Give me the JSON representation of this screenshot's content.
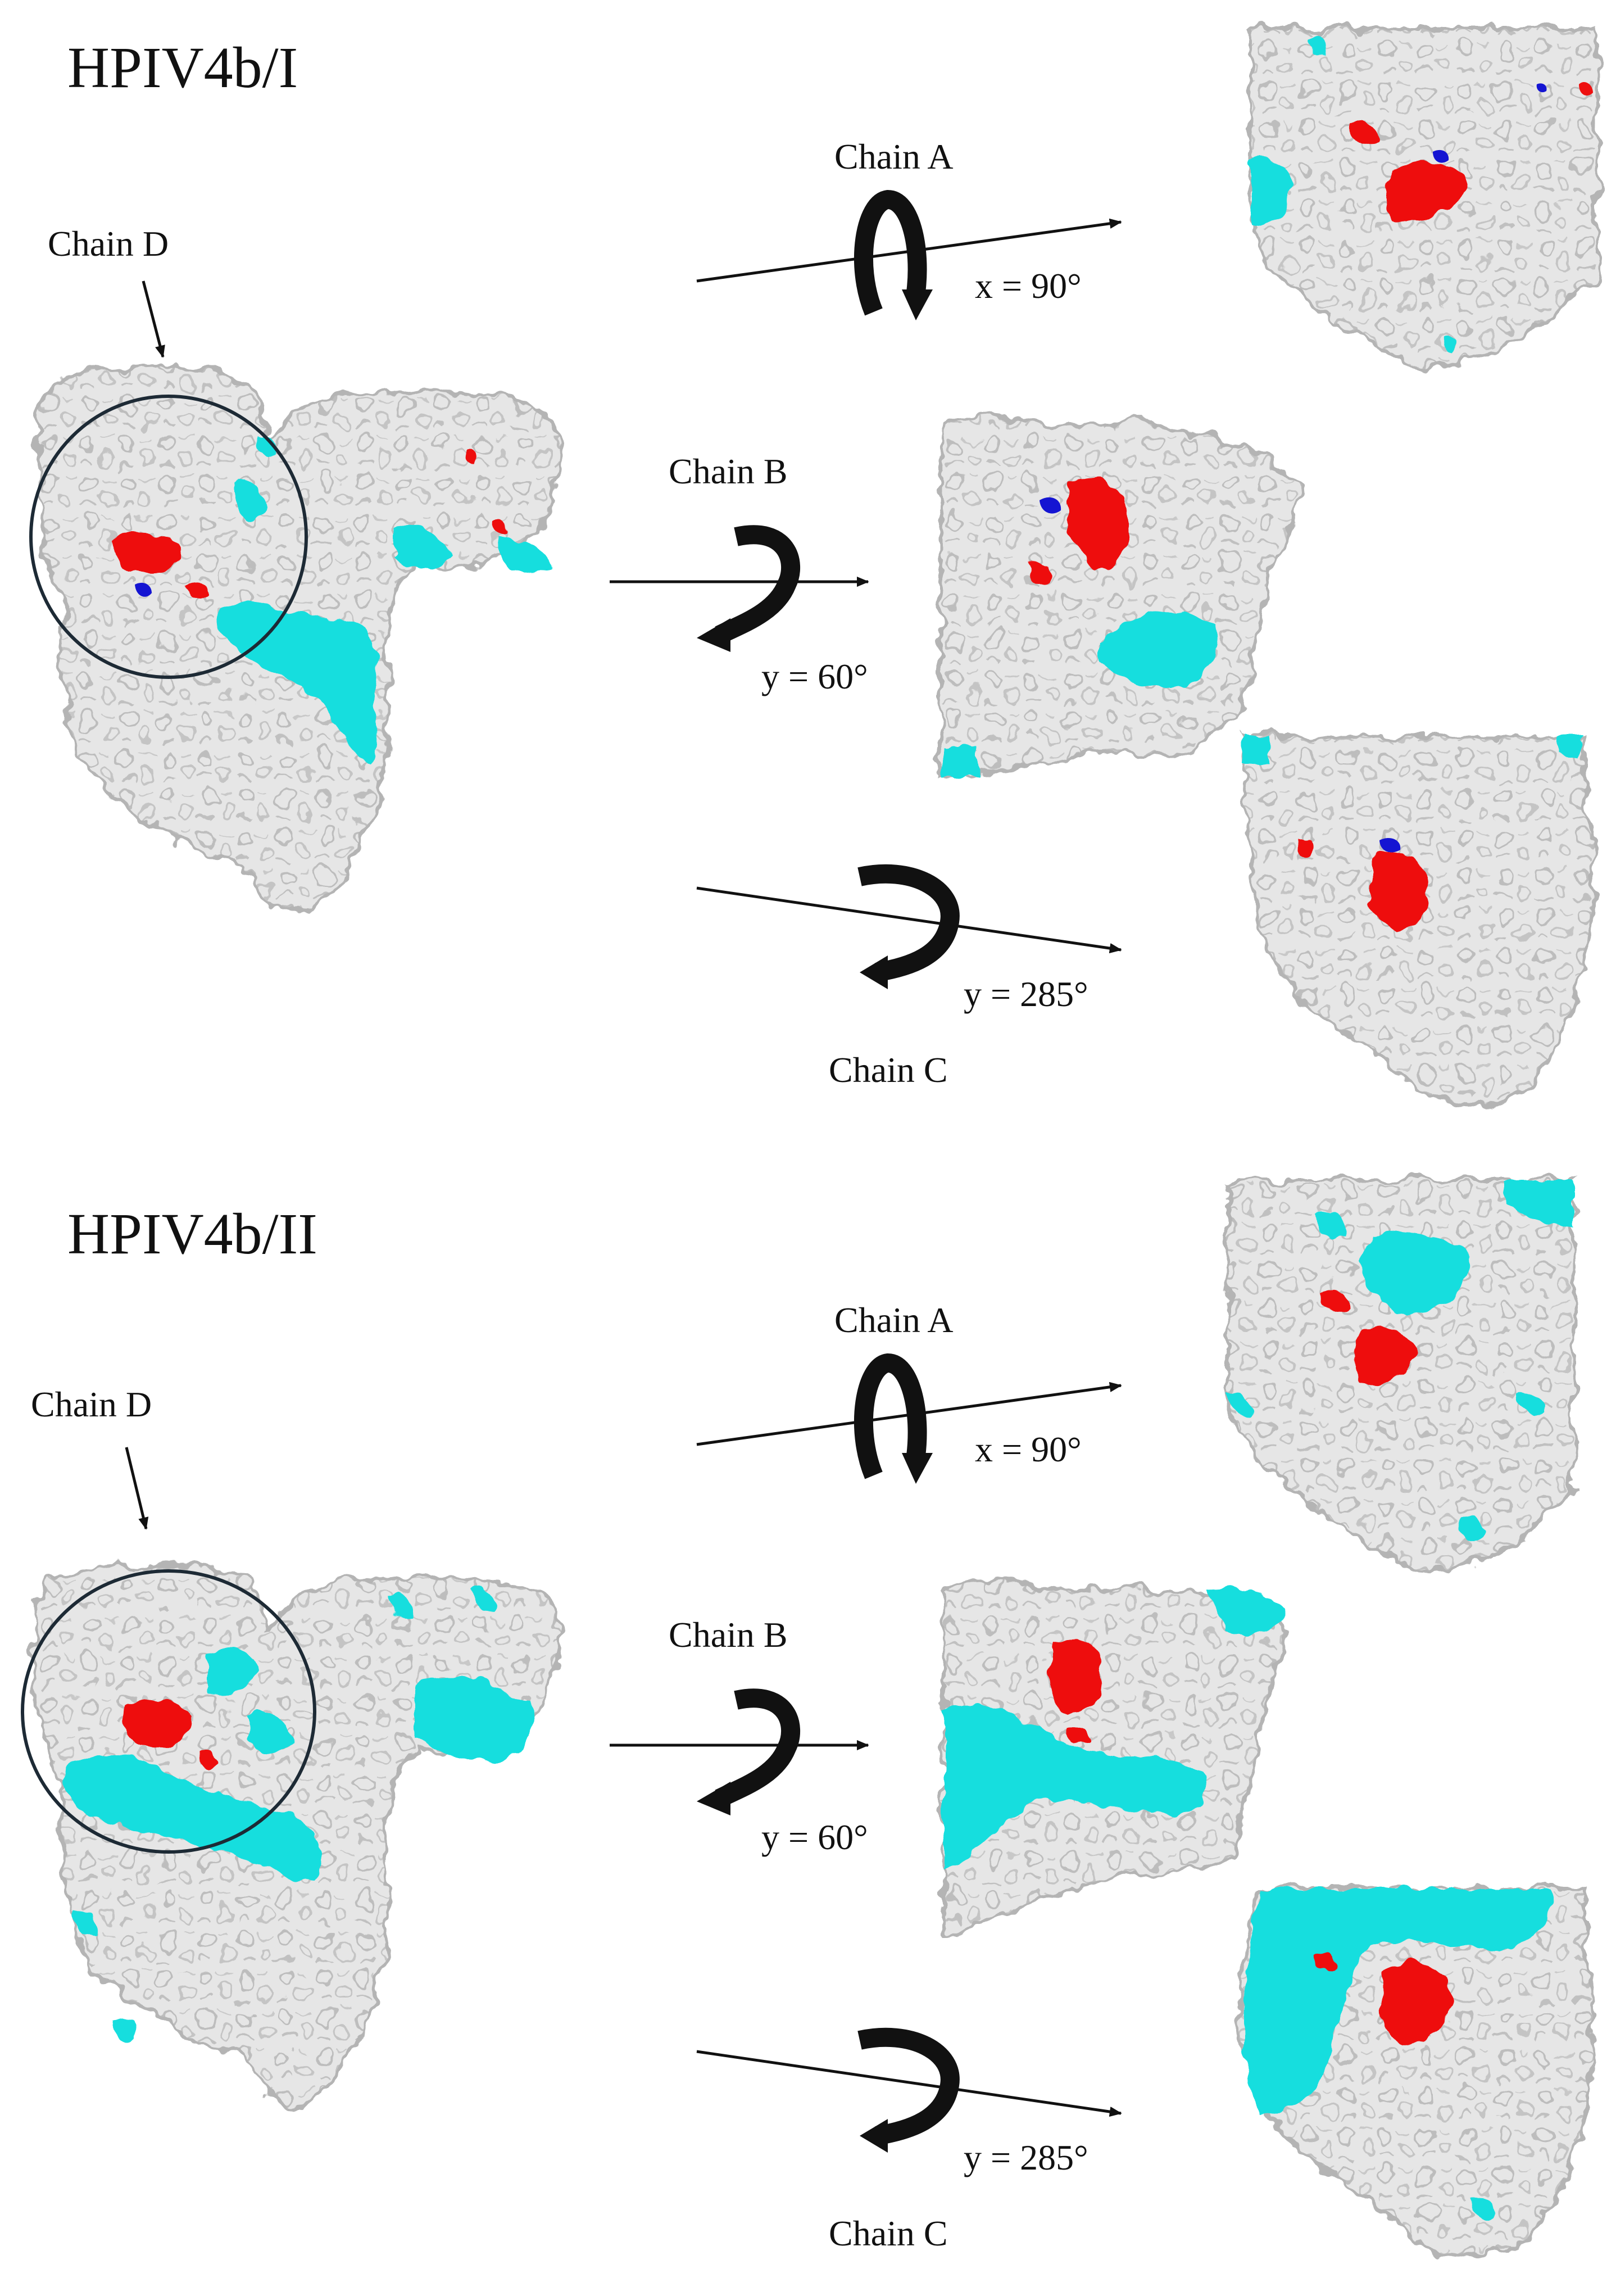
{
  "colors": {
    "surface": "#e6e6e6",
    "surface_shadow": "#b4b4b4",
    "highlight_red": "#ee1010",
    "highlight_cyan": "#19dede",
    "highlight_blue": "#1414d2",
    "ink": "#111111"
  },
  "panels": [
    {
      "title": "HPIV4b/I",
      "labels": {
        "chain_d": "Chain D",
        "chain_a": "Chain A",
        "chain_b": "Chain B",
        "chain_c": "Chain C"
      },
      "rotations": {
        "a": "x = 90°",
        "b": "y = 60°",
        "c": "y = 285°"
      }
    },
    {
      "title": "HPIV4b/II",
      "labels": {
        "chain_d": "Chain D",
        "chain_a": "Chain A",
        "chain_b": "Chain B",
        "chain_c": "Chain C"
      },
      "rotations": {
        "a": "x = 90°",
        "b": "y = 60°",
        "c": "y = 285°"
      }
    }
  ]
}
